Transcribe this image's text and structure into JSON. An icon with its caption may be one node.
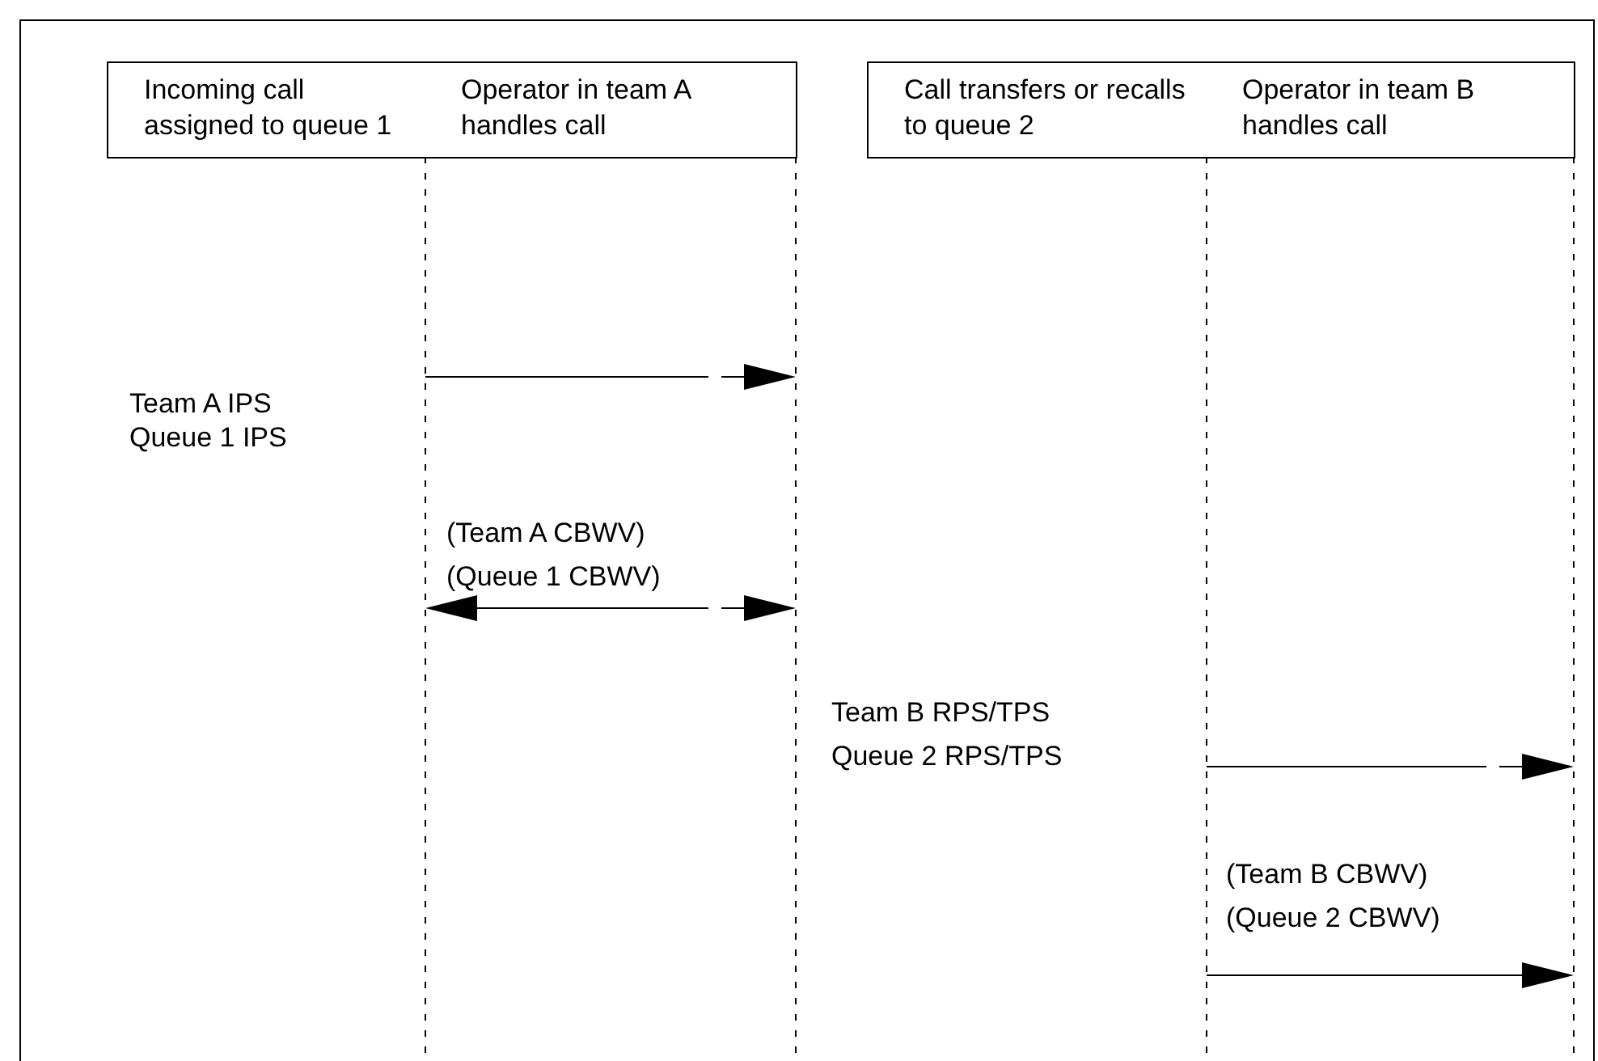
{
  "diagram": {
    "nodes": [
      {
        "text": [
          "Incoming call assigned to queue 1"
        ]
      },
      {
        "text": [
          "Operator in team A handles call"
        ]
      },
      {
        "text": [
          "Call transfers or recalls to queue 2"
        ]
      },
      {
        "text": [
          "Operator in team B handles call"
        ]
      }
    ],
    "labels": [
      "Team A IPS",
      "Queue 1 IPS",
      "(Team A CBWV)",
      "(Queue 1 CBWV)",
      "Team B RPS/TPS",
      "Queue 2 RPS/TPS",
      "(Team B CBWV)",
      "(Queue 2 CBWV)"
    ]
  }
}
